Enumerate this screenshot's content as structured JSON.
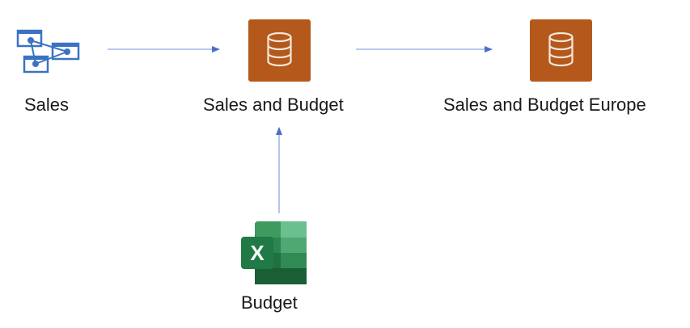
{
  "diagram": {
    "nodes": [
      {
        "id": "sales",
        "label": "Sales",
        "icon": "dataflow-icon"
      },
      {
        "id": "sales-budget",
        "label": "Sales and Budget",
        "icon": "database-icon"
      },
      {
        "id": "sales-budget-europe",
        "label": "Sales and Budget Europe",
        "icon": "database-icon"
      },
      {
        "id": "budget",
        "label": "Budget",
        "icon": "excel-icon"
      }
    ],
    "edges": [
      {
        "from": "sales",
        "to": "sales-budget"
      },
      {
        "from": "sales-budget",
        "to": "sales-budget-europe"
      },
      {
        "from": "budget",
        "to": "sales-budget"
      }
    ],
    "colors": {
      "database_fill": "#b4591b",
      "database_glyph": "#f5e6dc",
      "arrow": "#4a6fc7",
      "dataflow_icon": "#3b73c4",
      "excel_dark": "#1e6e3c",
      "excel_light": "#6cc08f"
    }
  }
}
